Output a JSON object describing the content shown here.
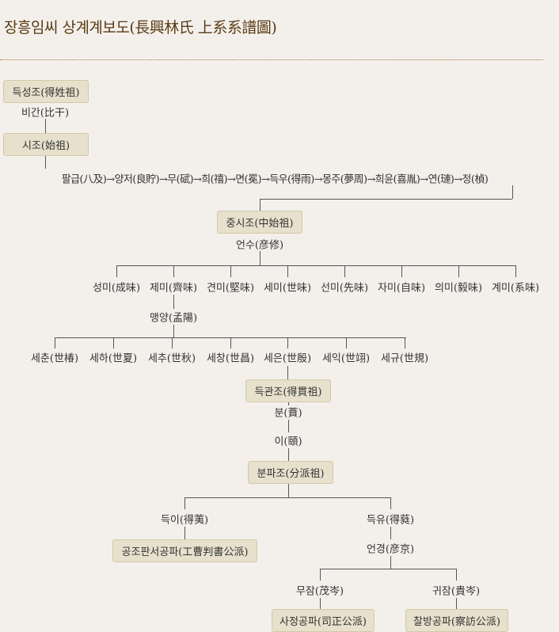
{
  "title": "장흥임씨 상계계보도(長興林氏 上系系譜圖)",
  "nodes": {
    "deukseongjo": "득성조(得姓祖)",
    "bigan": "비간(比干)",
    "sijo": "시조(始祖)",
    "lineage_chain": "팔급(八及)→양저(良貯)→무(碔)→희(禧)→면(冕)→득우(得雨)→몽주(夢周)→희윤(喜胤)→연(璉)→정(楨)",
    "jungsijo": "중시조(中始祖)",
    "eonsu": "언수(彦修)",
    "gen_mi": [
      "성미(成味)",
      "제미(齊味)",
      "견미(堅味)",
      "세미(世味)",
      "선미(先味)",
      "자미(自味)",
      "의미(毅味)",
      "계미(系味)"
    ],
    "maengyang": "맹양(孟陽)",
    "gen_se": [
      "세춘(世椿)",
      "세하(世夏)",
      "세추(世秋)",
      "세창(世昌)",
      "세은(世殷)",
      "세익(世翊)",
      "세규(世規)"
    ],
    "deukgwanjo": "득관조(得貫祖)",
    "bun": "분(蕡)",
    "i": "이(頤)",
    "bunpajo": "분파조(分派祖)",
    "deuki": "득이(得荑)",
    "deukyu": "득유(得蕤)",
    "gongjo": "공조판서공파(工曹判書公派)",
    "eongyeong": "언경(彦京)",
    "mujam": "무잠(茂岑)",
    "gwijam": "귀잠(貴岑)",
    "sajeong": "사정공파(司正公派)",
    "chalbang": "찰방공파(察訪公派)"
  }
}
